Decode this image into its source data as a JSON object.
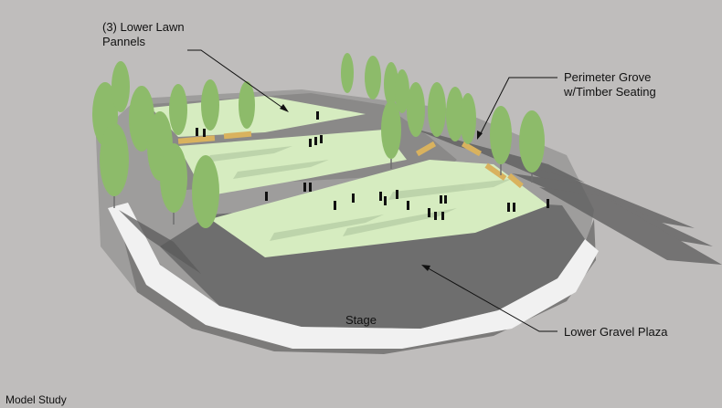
{
  "labels": {
    "lawn": "(3) Lower Lawn\nPannels",
    "grove": "Perimeter Grove\nw/Timber Seating",
    "plaza": "Lower Gravel Plaza",
    "stage": "Stage"
  },
  "caption": "Model Study",
  "colors": {
    "background": "#bfbdbc",
    "lawn": "#d6ecc0",
    "tree": "#8dbb6a",
    "tree_dark": "#6f9e52",
    "plaza": "#6e6e6e",
    "stage": "#f1f1f1",
    "shadow": "#5b5b5b",
    "timber": "#d9b25e"
  }
}
